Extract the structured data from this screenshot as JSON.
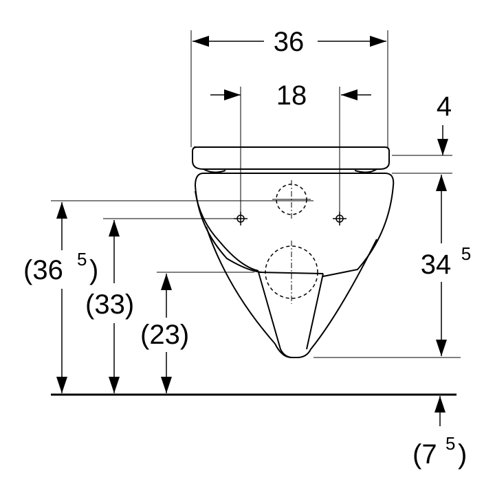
{
  "diagram": {
    "dimensions": {
      "top_width": "36",
      "fixing_spacing": "18",
      "seat_thickness": "4",
      "bowl_height": "34",
      "bowl_height_sup": "5",
      "overall_height": "(36",
      "overall_height_sup": "5",
      "overall_height_close": ")",
      "fixing_height": "(33)",
      "outlet_height": "(23)",
      "floor_offset": "(7",
      "floor_offset_sup": "5",
      "floor_offset_close": ")"
    },
    "colors": {
      "line": "#000000",
      "background": "#ffffff"
    }
  }
}
